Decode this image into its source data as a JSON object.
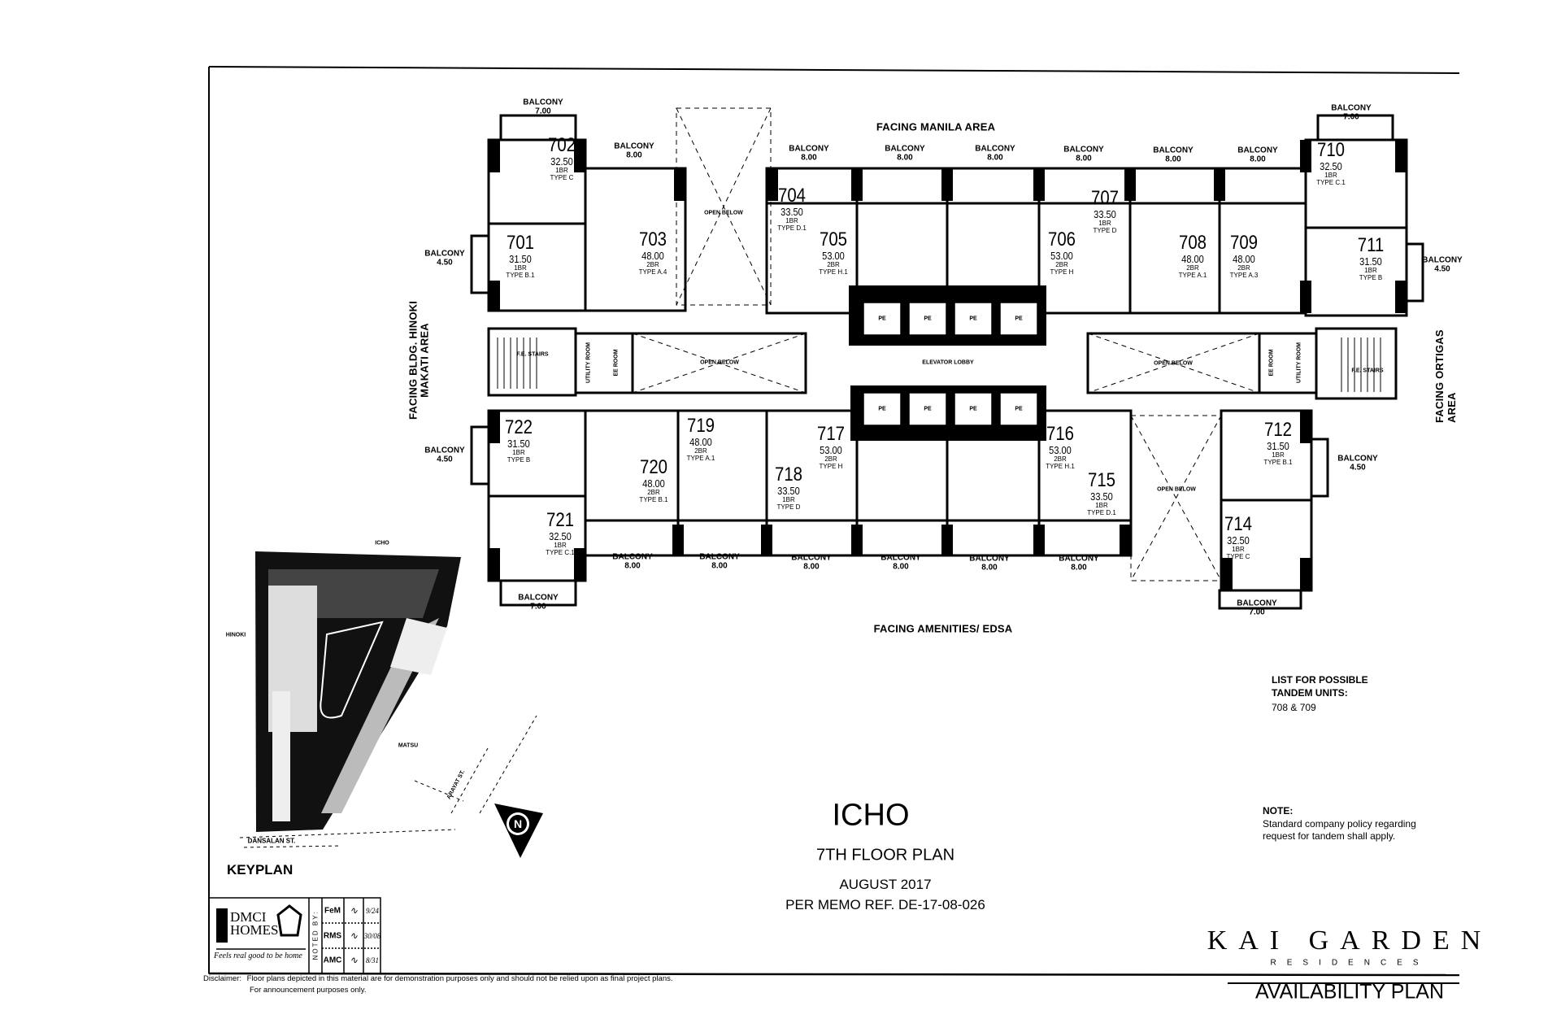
{
  "facing": {
    "top": "FACING MANILA AREA",
    "bottom": "FACING AMENITIES/ EDSA",
    "left_line1": "FACING BLDG. HINOKI",
    "left_line2": "MAKATI AREA",
    "right": "FACING ORTIGAS AREA"
  },
  "units": [
    {
      "no": "701",
      "area": "31.50",
      "br": "1BR",
      "type": "TYPE B.1"
    },
    {
      "no": "702",
      "area": "32.50",
      "br": "1BR",
      "type": "TYPE C"
    },
    {
      "no": "703",
      "area": "48.00",
      "br": "2BR",
      "type": "TYPE A.4"
    },
    {
      "no": "704",
      "area": "33.50",
      "br": "1BR",
      "type": "TYPE D.1"
    },
    {
      "no": "705",
      "area": "53.00",
      "br": "2BR",
      "type": "TYPE H.1"
    },
    {
      "no": "706",
      "area": "53.00",
      "br": "2BR",
      "type": "TYPE H"
    },
    {
      "no": "707",
      "area": "33.50",
      "br": "1BR",
      "type": "TYPE D"
    },
    {
      "no": "708",
      "area": "48.00",
      "br": "2BR",
      "type": "TYPE A.1"
    },
    {
      "no": "709",
      "area": "48.00",
      "br": "2BR",
      "type": "TYPE A.3"
    },
    {
      "no": "710",
      "area": "32.50",
      "br": "1BR",
      "type": "TYPE C.1"
    },
    {
      "no": "711",
      "area": "31.50",
      "br": "1BR",
      "type": "TYPE B"
    },
    {
      "no": "712",
      "area": "31.50",
      "br": "1BR",
      "type": "TYPE B.1"
    },
    {
      "no": "714",
      "area": "32.50",
      "br": "1BR",
      "type": "TYPE C"
    },
    {
      "no": "715",
      "area": "33.50",
      "br": "1BR",
      "type": "TYPE D.1"
    },
    {
      "no": "716",
      "area": "53.00",
      "br": "2BR",
      "type": "TYPE H.1"
    },
    {
      "no": "717",
      "area": "53.00",
      "br": "2BR",
      "type": "TYPE H"
    },
    {
      "no": "718",
      "area": "33.50",
      "br": "1BR",
      "type": "TYPE D"
    },
    {
      "no": "719",
      "area": "48.00",
      "br": "2BR",
      "type": "TYPE A.1"
    },
    {
      "no": "720",
      "area": "48.00",
      "br": "2BR",
      "type": "TYPE B.1"
    },
    {
      "no": "721",
      "area": "32.50",
      "br": "1BR",
      "type": "TYPE C.1"
    },
    {
      "no": "722",
      "area": "31.50",
      "br": "1BR",
      "type": "TYPE B"
    }
  ],
  "balconies": [
    {
      "label": "BALCONY",
      "size": "7.00"
    },
    {
      "label": "BALCONY",
      "size": "8.00"
    },
    {
      "label": "BALCONY",
      "size": "8.00"
    },
    {
      "label": "BALCONY",
      "size": "8.00"
    },
    {
      "label": "BALCONY",
      "size": "8.00"
    },
    {
      "label": "BALCONY",
      "size": "8.00"
    },
    {
      "label": "BALCONY",
      "size": "8.00"
    },
    {
      "label": "BALCONY",
      "size": "8.00"
    },
    {
      "label": "BALCONY",
      "size": "7.00"
    },
    {
      "label": "BALCONY",
      "size": "4.50"
    },
    {
      "label": "BALCONY",
      "size": "4.50"
    },
    {
      "label": "BALCONY",
      "size": "4.50"
    },
    {
      "label": "BALCONY",
      "size": "4.50"
    },
    {
      "label": "BALCONY",
      "size": "8.00"
    },
    {
      "label": "BALCONY",
      "size": "8.00"
    },
    {
      "label": "BALCONY",
      "size": "8.00"
    },
    {
      "label": "BALCONY",
      "size": "8.00"
    },
    {
      "label": "BALCONY",
      "size": "8.00"
    },
    {
      "label": "BALCONY",
      "size": "8.00"
    },
    {
      "label": "BALCONY",
      "size": "7.00"
    },
    {
      "label": "BALCONY",
      "size": "7.00"
    }
  ],
  "core": {
    "elevator_lobby": "ELEVATOR LOBBY",
    "elevator_label": "PE",
    "open_below": "OPEN BELOW",
    "fe_stairs": "F.E. STAIRS",
    "utility_room": "UTILITY ROOM",
    "ee_room": "EE ROOM"
  },
  "tandem": {
    "heading_line1": "LIST FOR POSSIBLE",
    "heading_line2": "TANDEM UNITS:",
    "units": "708 & 709"
  },
  "note": {
    "heading": "NOTE:",
    "line1": "Standard company policy regarding",
    "line2": "request for tandem shall apply."
  },
  "title": {
    "building": "ICHO",
    "floor": "7TH FLOOR PLAN",
    "date": "AUGUST 2017",
    "memo": "PER MEMO REF. DE-17-08-026"
  },
  "keyplan": {
    "label": "KEYPLAN",
    "bldg_top": "ICHO",
    "bldg_left": "HINOKI",
    "bldg_right": "MATSU",
    "street1": "DANSALAN ST.",
    "street2": "ARAYAT ST.",
    "north": "N"
  },
  "titleblock": {
    "logo_line1": "DMCI",
    "logo_line2": "HOMES",
    "tagline": "Feels real good to be home",
    "noted_by": "NOTED BY:",
    "rows": [
      {
        "name": "FeM",
        "date": "9/24"
      },
      {
        "name": "RMS",
        "date": "30/08"
      },
      {
        "name": "AMC",
        "date": "8/31"
      }
    ]
  },
  "brand": {
    "name": "KAI GARDEN",
    "sub": "RESIDENCES",
    "plan": "AVAILABILITY PLAN"
  },
  "disclaimer": {
    "label": "Disclaimer:",
    "line1": "Floor plans depicted in this material are for demonstration purposes only and should not be relied upon as final project plans.",
    "line2": "For announcement purposes only."
  }
}
